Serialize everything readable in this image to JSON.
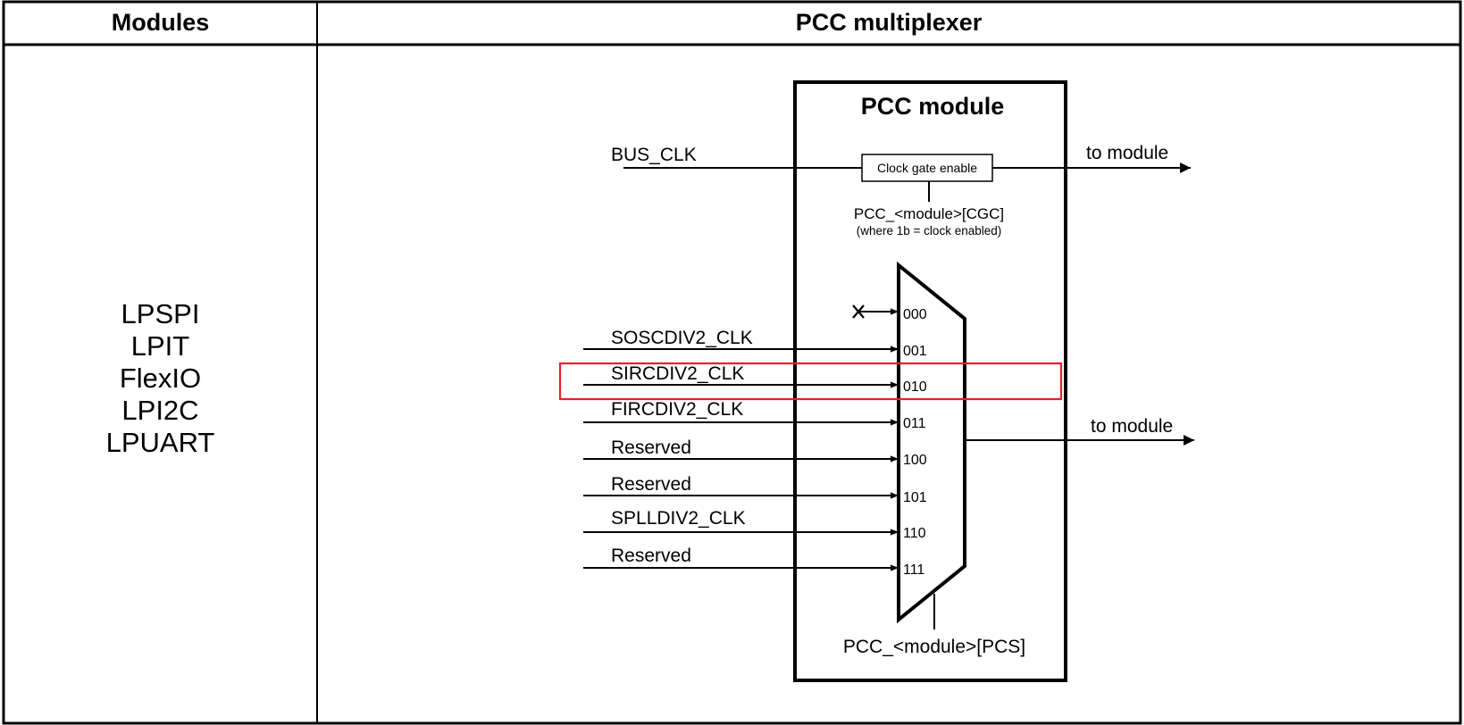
{
  "table": {
    "header": {
      "modules": "Modules",
      "pcc_multiplexer": "PCC multiplexer"
    },
    "modules": [
      "LPSPI",
      "LPIT",
      "FlexIO",
      "LPI2C",
      "LPUART"
    ]
  },
  "diagram": {
    "title": "PCC module",
    "bus_clk": "BUS_CLK",
    "clock_gate": "Clock gate enable",
    "to_module_top": "to module",
    "cgc_label": "PCC_<module>[CGC]",
    "cgc_note": "(where 1b = clock enabled)",
    "inputs": [
      {
        "name": "",
        "code": "000"
      },
      {
        "name": "SOSCDIV2_CLK",
        "code": "001"
      },
      {
        "name": "SIRCDIV2_CLK",
        "code": "010"
      },
      {
        "name": "FIRCDIV2_CLK",
        "code": "011"
      },
      {
        "name": "Reserved",
        "code": "100"
      },
      {
        "name": "Reserved",
        "code": "101"
      },
      {
        "name": "SPLLDIV2_CLK",
        "code": "110"
      },
      {
        "name": "Reserved",
        "code": "111"
      }
    ],
    "to_module_bottom": "to module",
    "pcs_label": "PCC_<module>[PCS]",
    "highlight_color": "#e8202a",
    "highlighted_input": "SIRCDIV2_CLK"
  }
}
